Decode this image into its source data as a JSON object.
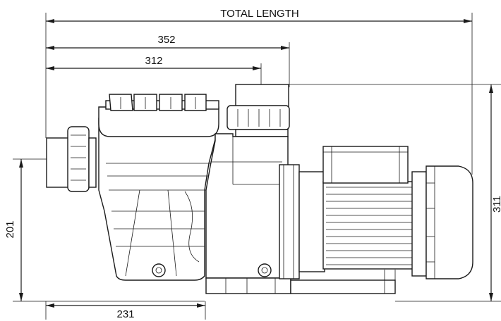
{
  "dimensions": {
    "total_length_label": "TOTAL LENGTH",
    "length_352": "352",
    "length_312": "312",
    "height_311": "311",
    "height_201": "201",
    "length_231": "231"
  },
  "colors": {
    "line": "#1a1a1a",
    "background": "#ffffff"
  }
}
